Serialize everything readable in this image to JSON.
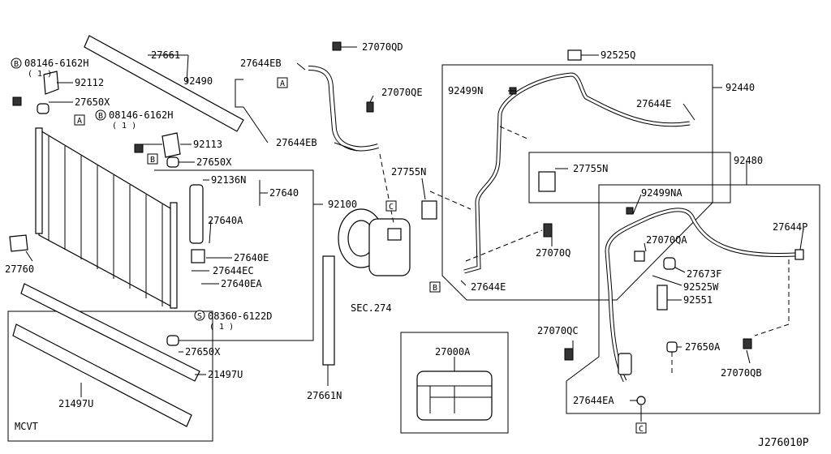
{
  "diagram": {
    "code": "J276010P",
    "sec_ref": "SEC.274",
    "mcvt": "MCVT",
    "refs": {
      "a": "A",
      "b": "B",
      "c": "C"
    },
    "labels": {
      "p27661": "27661",
      "p92490": "92490",
      "p27644EB_1": "27644EB",
      "p27070QD": "27070QD",
      "p27070QE": "27070QE",
      "p27644EB_2": "27644EB",
      "p08146_1": "08146-6162H",
      "p08146_1_qty": "( 1 )",
      "p92112": "92112",
      "p27650X_1": "27650X",
      "p08146_2": "08146-6162H",
      "p08146_2_qty": "( 1 )",
      "p92113": "92113",
      "p27650X_2": "27650X",
      "p92136N": "92136N",
      "p27640": "27640",
      "p92100": "92100",
      "p27640A": "27640A",
      "p27640E": "27640E",
      "p27644EC": "27644EC",
      "p27640EA": "27640EA",
      "p08360": "08360-6122D",
      "p08360_qty": "( 1 )",
      "p27650X_3": "27650X",
      "p27760": "27760",
      "p21497U_1": "21497U",
      "p21497U_2": "21497U",
      "p27661N": "27661N",
      "p27000A": "27000A",
      "p92525Q": "92525Q",
      "p92499N": "92499N",
      "p92440": "92440",
      "p27644E_1": "27644E",
      "p27755N_1": "27755N",
      "p27755N_2": "27755N",
      "p27070Q": "27070Q",
      "p27644E_2": "27644E",
      "p92480": "92480",
      "p92499NA": "92499NA",
      "p27644P": "27644P",
      "p27070QA": "27070QA",
      "p27673F": "27673F",
      "p92525W": "92525W",
      "p92551": "92551",
      "p27070QC": "27070QC",
      "p27650A": "27650A",
      "p27070QB": "27070QB",
      "p27644EA": "27644EA"
    },
    "symbols": {
      "b": "B",
      "s": "S"
    }
  }
}
